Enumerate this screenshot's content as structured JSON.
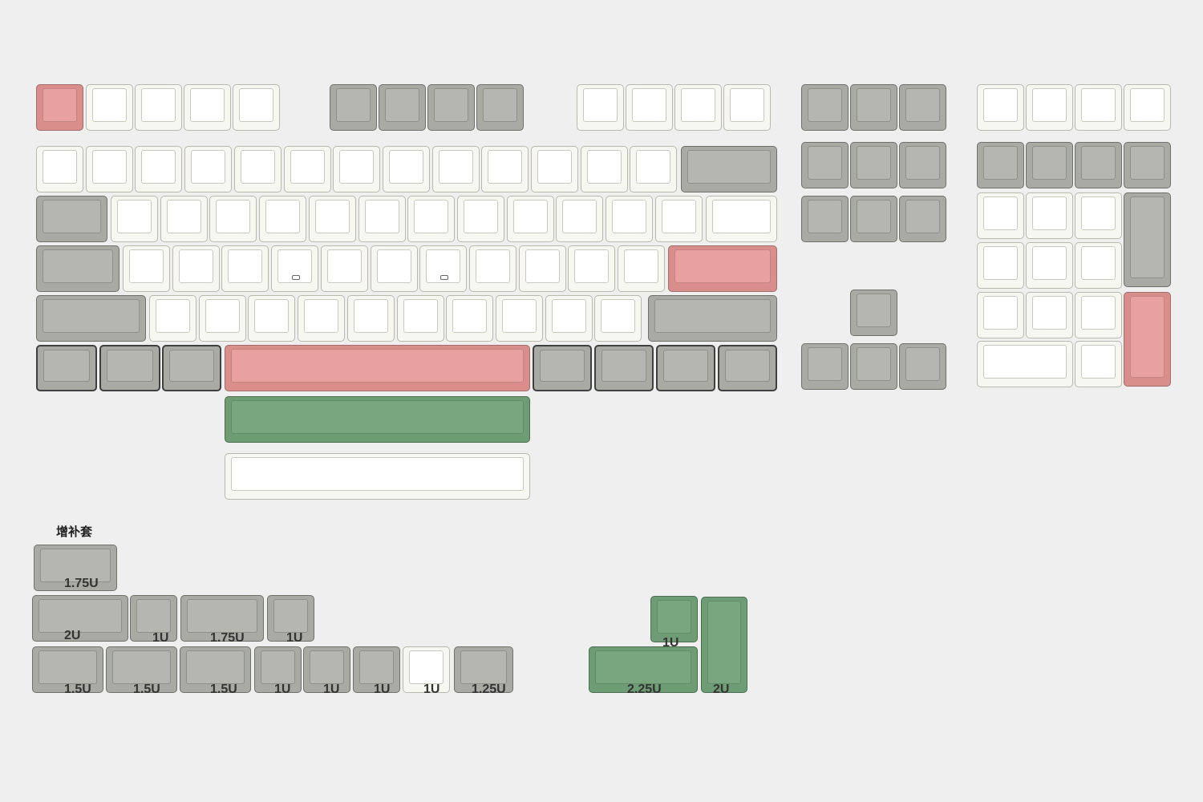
{
  "supplement_title": "增补套",
  "key_colors": {
    "white": "#ffffff",
    "gray": "#b5b6af",
    "pink": "#e8a19e",
    "green": "#7aa67f"
  },
  "supplement_labels": {
    "k175_top": "1.75U",
    "k2": "2U",
    "k1_a": "1U",
    "k175_mid": "1.75U",
    "k1_b": "1U",
    "k15_a": "1.5U",
    "k15_b": "1.5U",
    "k15_c": "1.5U",
    "k1_c": "1U",
    "k1_d": "1U",
    "k1_e": "1U",
    "k1_f": "1U",
    "k125": "1.25U",
    "green_1u": "1U",
    "green_225": "2.25U",
    "green_2u": "2U"
  }
}
